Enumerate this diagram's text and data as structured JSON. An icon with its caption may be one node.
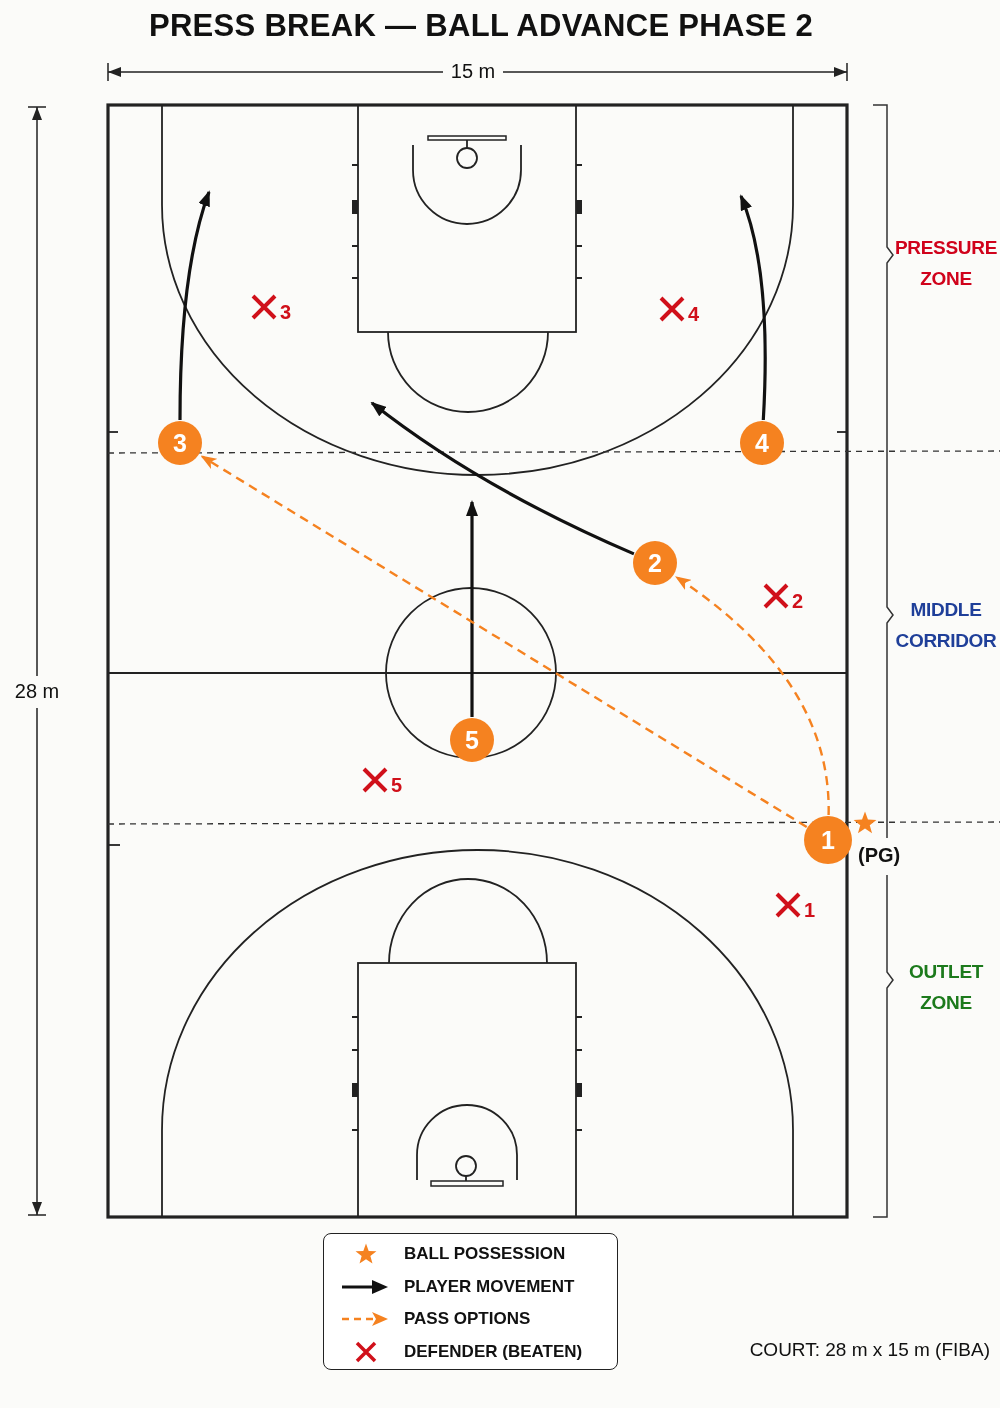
{
  "diagram": {
    "title": "PRESS BREAK — BALL ADVANCE PHASE 2",
    "nodes": [
      {
        "text": [
          "3"
        ]
      },
      {
        "text": [
          "4"
        ]
      },
      {
        "text": [
          "2"
        ]
      },
      {
        "text": [
          "5"
        ]
      },
      {
        "text": [
          "1"
        ],
        "beside": [
          "(PG)"
        ]
      }
    ],
    "edges": [
      {
        "from": 0,
        "to": null,
        "arrow": "to"
      },
      {
        "from": 1,
        "to": null,
        "arrow": "to"
      },
      {
        "from": 2,
        "to": null,
        "arrow": "to"
      },
      {
        "from": 3,
        "to": null,
        "arrow": "to"
      },
      {
        "from": 4,
        "to": 0,
        "arrow": "to",
        "style": "dashed",
        "color": "#f58220"
      },
      {
        "from": 4,
        "to": 2,
        "arrow": "to",
        "style": "dashed",
        "color": "#f58220"
      }
    ],
    "labels": [
      "15 m",
      "PRESSURE ZONE",
      "3",
      "4",
      "2",
      "MIDDLE CORRIDOR",
      "28 m",
      "5",
      "1",
      "OUTLET ZONE",
      "COURT: 28 m x 15 m (FIBA)"
    ],
    "legend": [
      {
        "text": "BALL POSSESSION"
      },
      {
        "text": "PLAYER MOVEMENT"
      },
      {
        "text": "PASS OPTIONS"
      },
      {
        "text": "DEFENDER (BEATEN)"
      }
    ]
  }
}
